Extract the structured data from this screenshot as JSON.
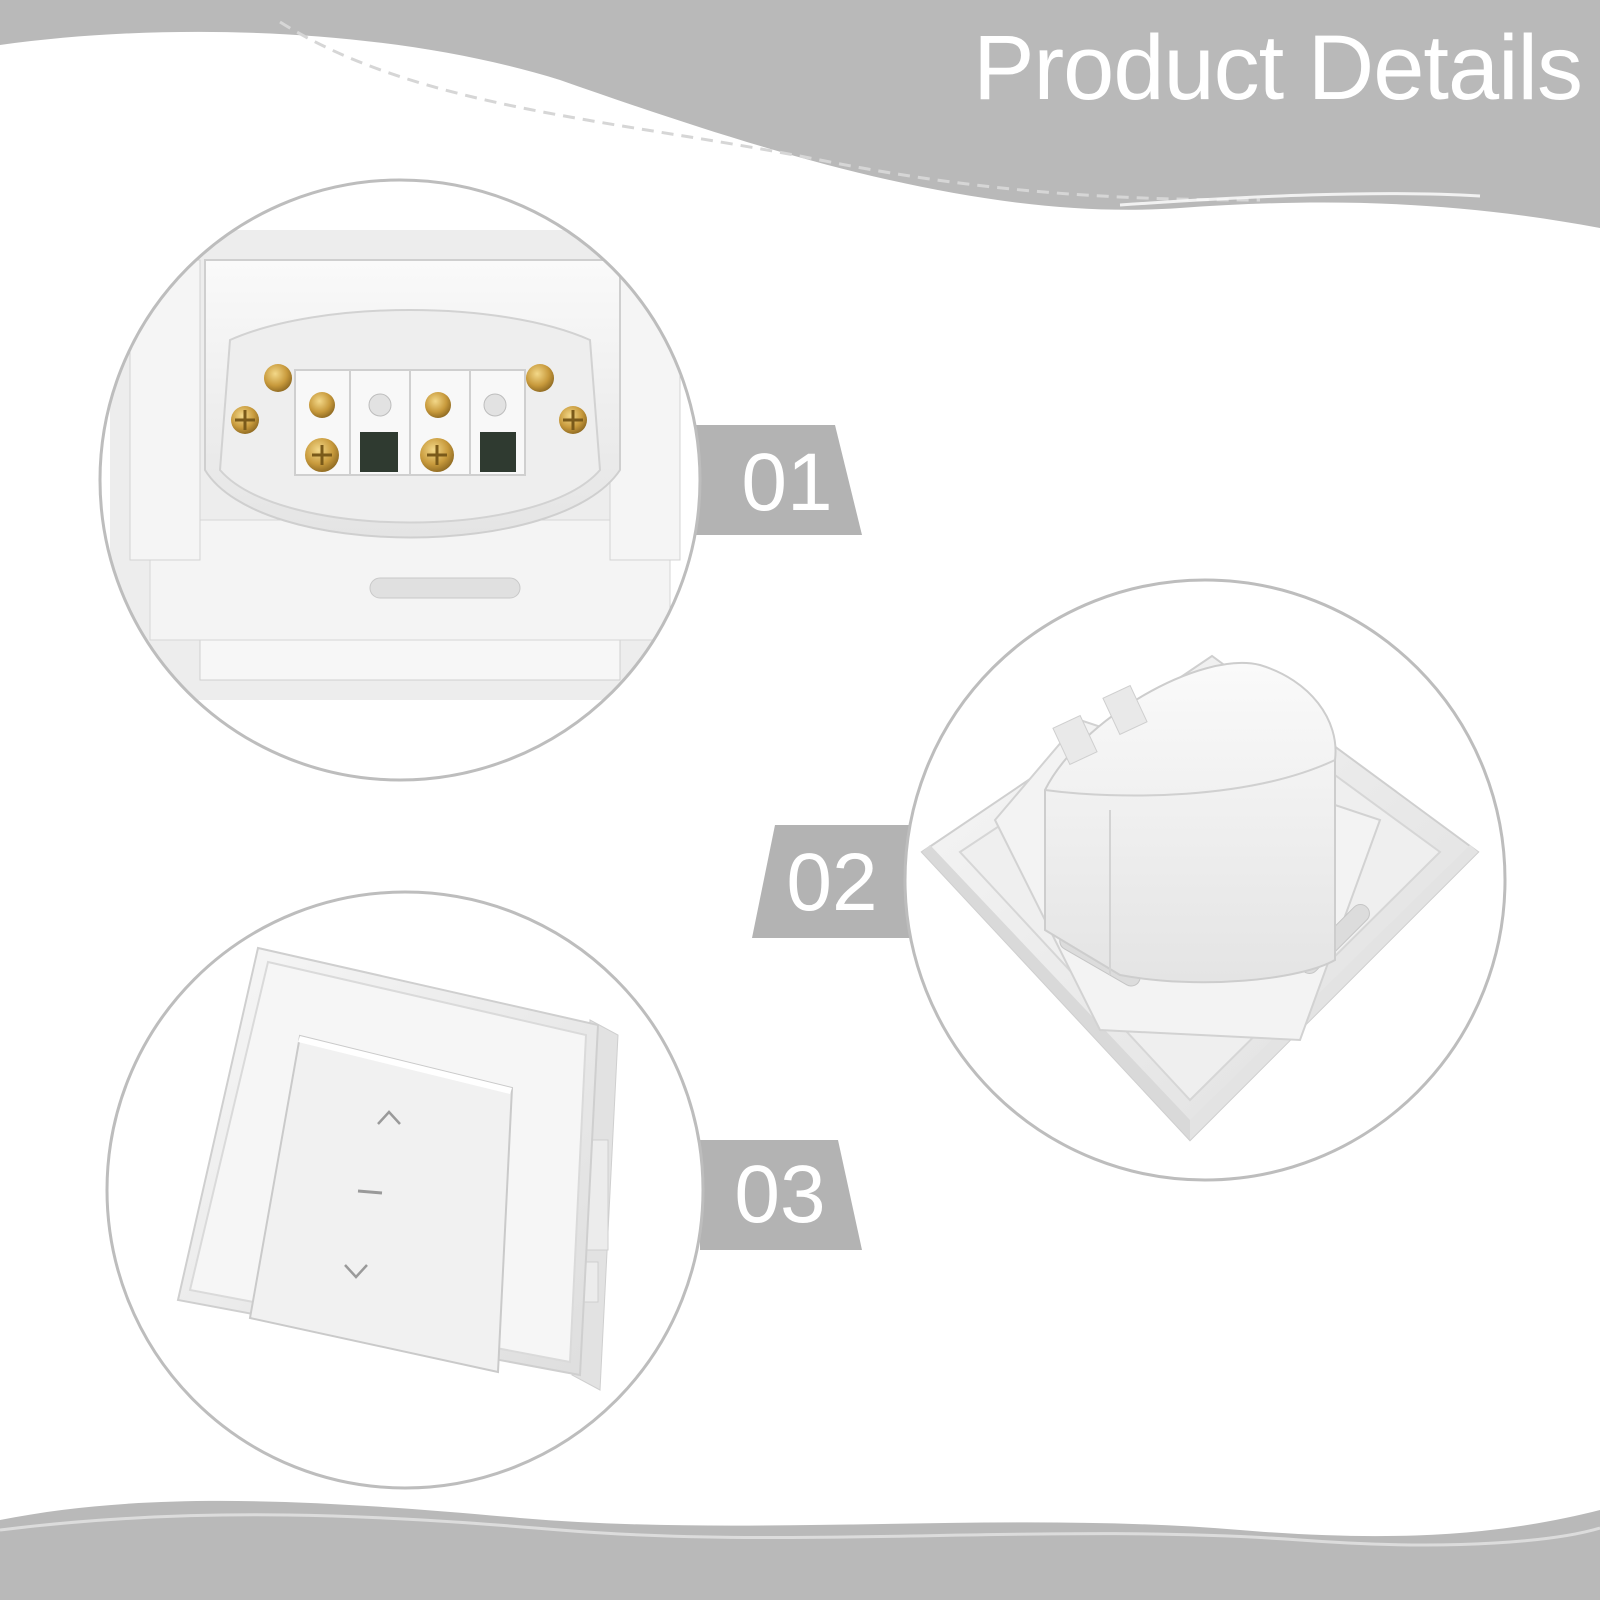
{
  "header": {
    "title": "Product Details"
  },
  "colors": {
    "band": "#b9b9b9",
    "circle_outline": "#bdbdbd",
    "product_white": "#f2f2f2",
    "brass": "#c89a3c"
  },
  "details": [
    {
      "number": "01",
      "image": "switch-back-terminals"
    },
    {
      "number": "02",
      "image": "switch-back-housing"
    },
    {
      "number": "03",
      "image": "switch-front-panel"
    }
  ],
  "panel_symbols": {
    "up": "^",
    "stop": "—",
    "down": "v"
  }
}
